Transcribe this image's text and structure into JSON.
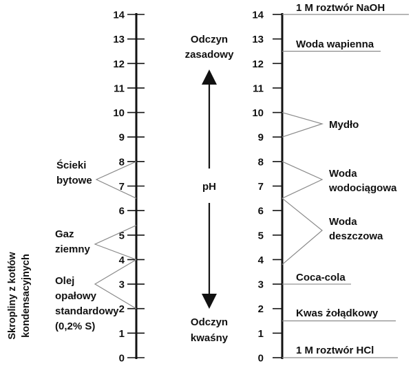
{
  "scale": {
    "min": 0,
    "max": 14,
    "ticks": [
      0,
      1,
      2,
      3,
      4,
      5,
      6,
      7,
      8,
      9,
      10,
      11,
      12,
      13,
      14
    ]
  },
  "colors": {
    "axis": "#111111",
    "leader": "#8a8a8a",
    "text": "#111111"
  },
  "center": {
    "top_label": [
      "Odczyn",
      "zasadowy"
    ],
    "ph_label": "pH",
    "bottom_label": [
      "Odczyn",
      "kwaśny"
    ]
  },
  "side_title": [
    "Skropliny z kotłów",
    "kondensacyjnych"
  ],
  "left_items": [
    {
      "lines": [
        "Ścieki",
        "bytowe"
      ],
      "ph_low": 6.5,
      "ph_high": 8
    },
    {
      "lines": [
        "Gaz",
        "ziemny"
      ],
      "ph_low": 4,
      "ph_high": 5.4
    },
    {
      "lines": [
        "Olej",
        "opałowy",
        "standardowy",
        "(0,2% S)"
      ],
      "ph_low": 2,
      "ph_high": 4
    }
  ],
  "right_items": [
    {
      "lines": [
        "1  M roztwór NaOH"
      ],
      "ph": 14,
      "kind": "underline"
    },
    {
      "lines": [
        "Woda wapienna"
      ],
      "ph": 12.5,
      "kind": "underline"
    },
    {
      "lines": [
        "Mydło"
      ],
      "ph_low": 9,
      "ph_high": 10,
      "kind": "bracket"
    },
    {
      "lines": [
        "Woda",
        "wodociągowa"
      ],
      "ph_low": 6.5,
      "ph_high": 8,
      "kind": "bracket"
    },
    {
      "lines": [
        "Woda",
        "deszczowa"
      ],
      "ph_low": 3.8,
      "ph_high": 6.5,
      "kind": "bracket"
    },
    {
      "lines": [
        "Coca-cola"
      ],
      "ph": 3,
      "kind": "underline"
    },
    {
      "lines": [
        "Kwas żołądkowy"
      ],
      "ph": 1.5,
      "kind": "underline"
    },
    {
      "lines": [
        "1  M roztwór HCl"
      ],
      "ph": 0,
      "kind": "underline"
    }
  ]
}
